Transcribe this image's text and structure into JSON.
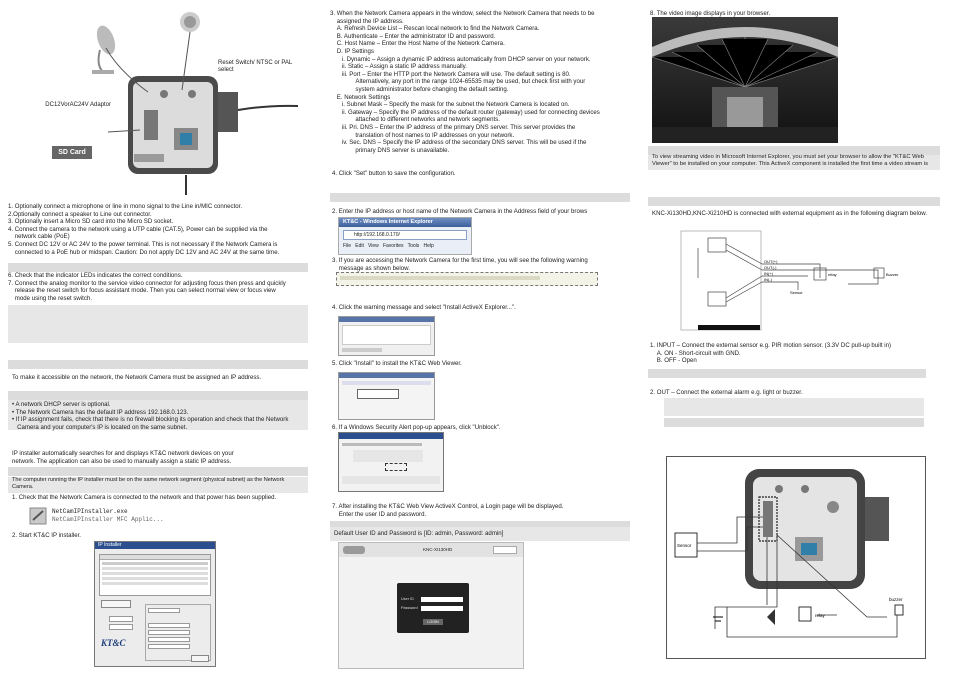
{
  "col1": {
    "reset_label": "Reset Switch/\nNTSC or PAL select",
    "power_label": "DC12VorAC24V\nAdaptor",
    "sd_badge": "SD Card",
    "steps_a": "1. Optionally connect a microphone or line in mono signal to the Line in/MIC connector.\n2.Optionally connect a speaker to Line out connector.\n3. Optionally insert a Micro SD card into the Micro SD socket.\n4. Connect the camera to the network using a UTP cable (CAT.5), Power can be supplied via the\n    network cable (PoE)\n5. Connect DC 12V or AC 24V to the power terminal. This is not necessary if the Network Camera is\n    connected to a PoE hub or midspan. Caution: Do not apply DC 12V and AC 24V at the same time.",
    "steps_b": "6. Check that the indicator LEDs indicates the correct conditions.\n7. Connect the analog monitor to the service video connector for adjusting focus then press and quickly\n    release the reset switch for focus assistant mode. Then you can select normal view or focus view\n    mode using the reset switch.",
    "assign_text": "To make it accessible on the network, the Network Camera must be assigned an IP address.",
    "notes": "• A network DHCP server is optional.\n• The Network Camera has the default IP address 192.168.0.123.\n• If IP assignment fails, check that there is no firewall blocking its operation and check that the Network\n   Camera and your computer's IP is located on the same subnet.",
    "installer_text": "IP installer automatically searches for and displays KT&C network devices on your\nnetwork. The application can also be used to manually assign a static IP address.",
    "segment_note": "The computer running the IP installer must be on the same network segment (physical subnet) as the Network\nCamera.",
    "check_step": "1. Check that the Network Camera is connected to the network and that power has been supplied.",
    "file1": "NetCamIPInstaller.exe",
    "file2": "NetCamIPInstaller MFC Applic...",
    "start_step": "2. Start KT&C IP installer.",
    "ipwin_title": "IP Installer",
    "ipwin_logo": "KT&C"
  },
  "col2": {
    "step3": "3. When the Network Camera appears in the window, select the Network Camera that needs to be\n    assigned the IP address.\n    A. Refresh Device List – Rescan local network to find the Network Camera.\n    B. Authenticate – Enter the administrator ID and password.\n    C. Host Name – Enter the Host Name of the Network Camera.\n    D. IP Settings\n       i. Dynamic – Assign a dynamic IP address automatically from DHCP server on your network.\n       ii. Static – Assign a static IP address manually.\n       iii. Port – Enter the HTTP port the Network Camera will use. The default setting is 80.\n               Alternatively, any port in the range 1024-65535 may be used, but check first with your\n               system administrator before changing the default setting.\n    E. Network Settings\n       i. Subnet Mask – Specify the mask for the subnet the Network Camera is located on.\n       ii. Gateway – Specify the IP address of the default router (gateway) used for connecting devices\n               attached to different networks and network segments.\n       iii. Pri. DNS – Enter the IP address of the primary DNS server. This server provides the\n               translation of host names to IP addresses on your network.\n       iv. Sec. DNS – Specify the IP address of the secondary DNS server. This will be used if the\n               primary DNS server is unavailable.",
    "step4": "4. Click \"Set\" button to save the configuration.",
    "browser_step2": "2. Enter the IP address or host name of the Network Camera in the Address field of your brows",
    "ie_title": "KT&C - Windows Internet Explorer",
    "ie_address": "http://192.168.0.170/",
    "ie_menu": [
      "File",
      "Edit",
      "View",
      "Favorites",
      "Tools",
      "Help"
    ],
    "step3b": "3. If you are accessing the Network Camera for the first time, you will see the following warning\n    message as shown below.",
    "step4b": "4. Click the warning message and select \"Install ActiveX Explorer...\".",
    "step5": "5. Click \"Install\" to install the KT&C Web Viewer.",
    "step6": "6. If a Windows Security Alert pop-up appears, click \"Unblock\".",
    "step7": "7. After installing the KT&C Web View ActiveX Control, a Login page will be displayed.\n    Enter the user ID and password.",
    "default_login": "Default User ID and Password is [ID: admin, Password: admin]",
    "login_model": "KNC-XI130HD",
    "login_fields": [
      "User ID",
      "Password"
    ],
    "login_button": "LOGIN"
  },
  "col3": {
    "step8": "8. The video image displays in your browser.",
    "ie_note": "To view streaming video in Microsoft Internet Explorer, you must set your browser to allow the \"KT&C Web\nViewer\" to be installed on your computer. This ActiveX component is installed the first time a video stream is",
    "diagram_text": "KNC-Xi130HD,KNC-Xi210HD is connected with external equipment as in the following diagram below.",
    "io_labels": [
      "OUT(+)",
      "OUT(-)",
      "IN(+)",
      "IN(-)",
      "Sensor",
      "relay",
      "Buzzer"
    ],
    "input_text": "1. INPUT – Connect the external sensor e.g. PIR motion sensor. (3.3V DC pull-up built in)\n    A. ON - Short-circuit with GND.\n    B. OFF - Open",
    "output_text": "2. OUT – Connect the external alarm e.g. light or buzzer.",
    "wiring_labels": [
      "Sensor",
      "relay",
      "buzzer"
    ]
  }
}
